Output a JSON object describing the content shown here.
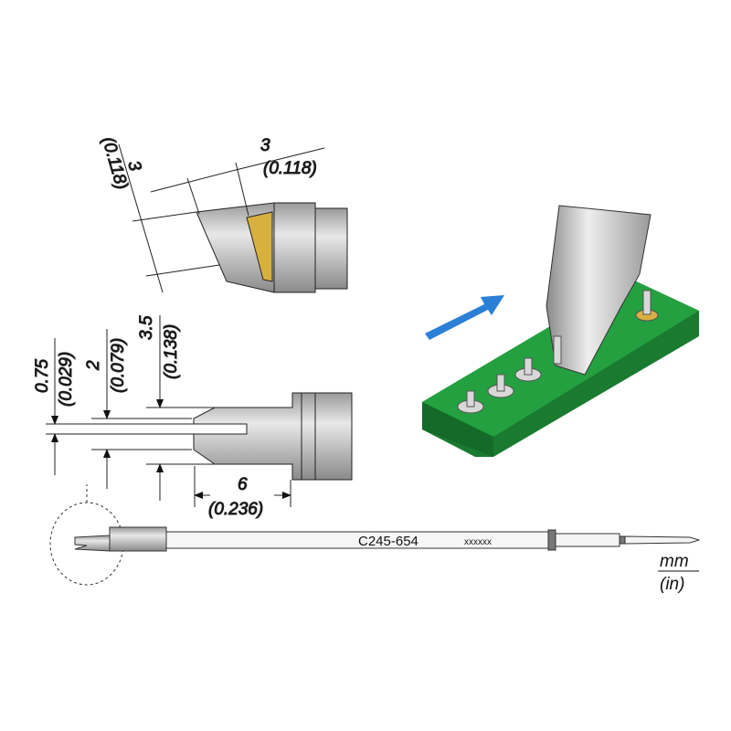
{
  "side_view": {
    "width_mm": "3",
    "width_in": "(0.118)",
    "height_mm": "3",
    "height_in": "(0.118)"
  },
  "front_view": {
    "slot_mm": "0.75",
    "slot_in": "(0.029)",
    "inner_mm": "2",
    "inner_in": "(0.079)",
    "outer_mm": "3.5",
    "outer_in": "(0.138)",
    "length_mm": "6",
    "length_in": "(0.236)"
  },
  "cartridge": {
    "part_number": "C245-654",
    "code": "xxxxxx"
  },
  "units": {
    "primary": "mm",
    "secondary": "(in)"
  },
  "colors": {
    "pcb": "#1f8a3a",
    "arrow": "#2a7fd6",
    "solder": "#d8b040",
    "metal": "#c9c9c9"
  }
}
